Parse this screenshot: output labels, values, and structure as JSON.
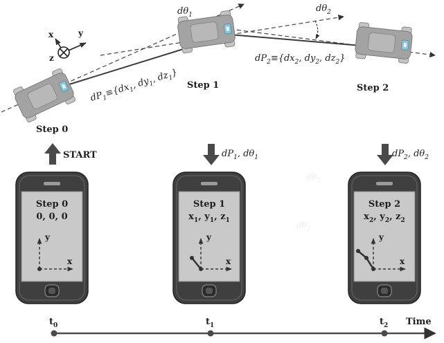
{
  "robot_steps": [
    {
      "label": "Step 0"
    },
    {
      "label": "Step 1"
    },
    {
      "label": "Step 2"
    }
  ],
  "angles": {
    "d_theta_1": {
      "base": "dθ",
      "sub": "1"
    },
    "d_theta_2": {
      "base": "dθ",
      "sub": "2"
    }
  },
  "displacements": {
    "dp1": {
      "name": "dP",
      "sub": "1",
      "eq": "≡{",
      "dx": "dx",
      "dx_sub": "1",
      "dy": "dy",
      "dy_sub": "1",
      "dz": "dz",
      "dz_sub": "1",
      "close": "}"
    },
    "dp2": {
      "name": "dP",
      "sub": "2",
      "eq": "≡{",
      "dx": "dx",
      "dx_sub": "2",
      "dy": "dy",
      "dy_sub": "2",
      "dz": "dz",
      "dz_sub": "2",
      "close": "}"
    }
  },
  "frame_axes": {
    "x": "x",
    "y": "y",
    "z": "z"
  },
  "start_label": "START",
  "arrow_labels": {
    "step1": {
      "dp": "dP",
      "dp_sub": "1",
      "sep": ", ",
      "dt": "dθ",
      "dt_sub": "1"
    },
    "step2": {
      "dp": "dP",
      "dp_sub": "2",
      "sep": ", ",
      "dt": "dθ",
      "dt_sub": "2"
    }
  },
  "ghost_labels": [
    {
      "base": "dθ",
      "sub": "2"
    },
    {
      "base": "dθ",
      "sub": "2"
    }
  ],
  "phones": [
    {
      "step": "Step 0",
      "coords": {
        "a": "0, 0, 0"
      },
      "axis_x": "x",
      "axis_y": "y"
    },
    {
      "step": "Step 1",
      "coords": {
        "x": "x",
        "xs": "1",
        "y": "y",
        "ys": "1",
        "z": "z",
        "zs": "1"
      },
      "axis_x": "x",
      "axis_y": "y"
    },
    {
      "step": "Step 2",
      "coords": {
        "x": "x",
        "xs": "2",
        "y": "y",
        "ys": "2",
        "z": "z",
        "zs": "2"
      },
      "axis_x": "x",
      "axis_y": "y"
    }
  ],
  "timeline": {
    "ticks": [
      {
        "base": "t",
        "sub": "0"
      },
      {
        "base": "t",
        "sub": "1"
      },
      {
        "base": "t",
        "sub": "2"
      }
    ],
    "axis_label": "Time"
  },
  "colors": {
    "robot_body": "#a3a3a3",
    "robot_wheel": "#c4c4c4",
    "sensor": "#8fc4d8",
    "phone_body": "#3f3f3f",
    "phone_screen": "#c9c9c9",
    "path": "#3a3a3a",
    "arrow": "#4a4a4a"
  }
}
